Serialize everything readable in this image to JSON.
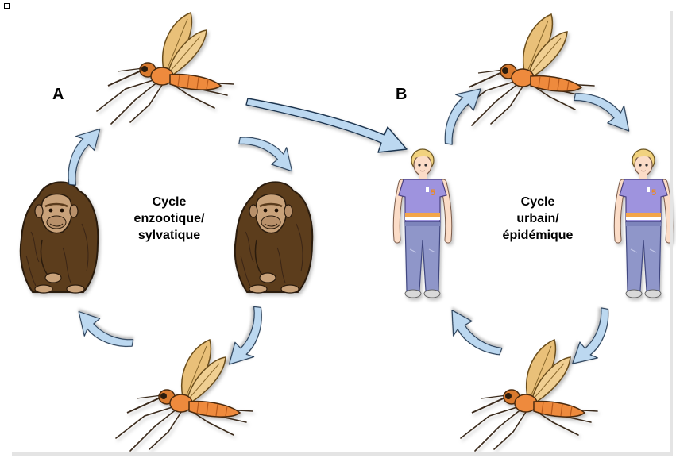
{
  "panel_a": {
    "letter": "A",
    "cycle_label": [
      "Cycle",
      "enzootique/",
      "sylvatique"
    ]
  },
  "panel_b": {
    "letter": "B",
    "cycle_label": [
      "Cycle",
      "urbain/",
      "épidémique"
    ]
  },
  "icons": [
    "mosquito-icon",
    "chimpanzee-icon",
    "human-icon",
    "arrow-icon"
  ],
  "colors": {
    "arrow_fill": "#bcd8f0",
    "arrow_stroke": "#1f3550",
    "mosquito_body": "#ee8a3c",
    "mosquito_wing": "#e9c079",
    "chimp_fur": "#5c3c1e",
    "chimp_face": "#c9a27a",
    "shirt": "#9e93de",
    "jeans": "#8f96c9",
    "skin": "#fbdcc7",
    "hair": "#f1d27f"
  }
}
